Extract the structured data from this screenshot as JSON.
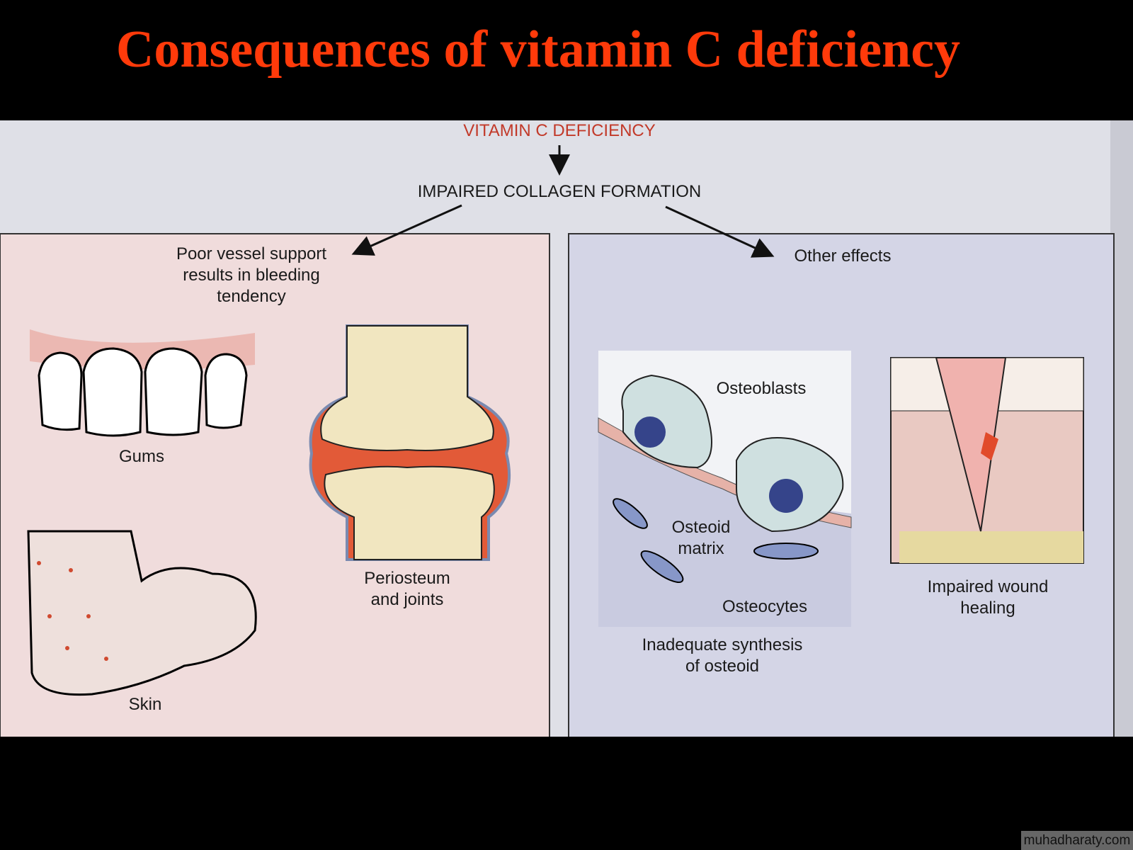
{
  "title": "Consequences of vitamin C deficiency",
  "flow": {
    "top": "VITAMIN C DEFICIENCY",
    "middle": "IMPAIRED COLLAGEN FORMATION",
    "left_branch": "Poor vessel support results in bleeding tendency",
    "right_branch": "Other effects"
  },
  "left_panel": {
    "gums": "Gums",
    "skin": "Skin",
    "joints_line1": "Periosteum",
    "joints_line2": "and joints"
  },
  "right_panel": {
    "osteoblasts": "Osteoblasts",
    "osteoid_line1": "Osteoid",
    "osteoid_line2": "matrix",
    "osteocytes": "Osteocytes",
    "caption_line1": "Inadequate synthesis",
    "caption_line2": "of osteoid",
    "wound_line1": "Impaired wound",
    "wound_line2": "healing"
  },
  "watermark": "muhadharaty.com",
  "colors": {
    "title": "#ff3a0a",
    "heading": "#c23a2a",
    "left_panel": "#f0dcdc",
    "right_panel": "#d4d5e6"
  }
}
